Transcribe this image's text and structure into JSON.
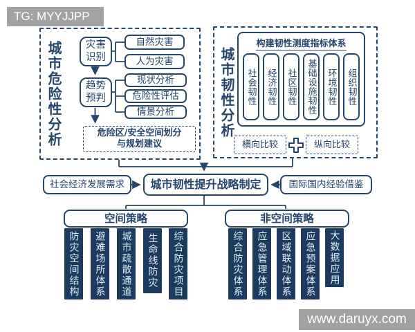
{
  "page": {
    "tg_label": "TG: MYYJJPP",
    "watermark": "www.daruyx.com"
  },
  "left_panel": {
    "title": "城市危险性分析",
    "hazard_identification": [
      "灾害",
      "识别"
    ],
    "hazard_types": [
      "自然灾害",
      "人为灾害"
    ],
    "trend_prediction": [
      "趋势",
      "预判"
    ],
    "trend_methods": [
      "现状分析",
      "危险性评估",
      "情景分析"
    ],
    "zoning_advice": [
      "危险区/安全空间划分",
      "与规划建议"
    ]
  },
  "right_panel": {
    "title": "城市韧性分析",
    "indicator_system_title": "构建韧性测度指标体系",
    "indicators": [
      "社会韧性",
      "经济韧性",
      "社区韧性",
      "基础设施韧性",
      "环境韧性",
      "组织韧性"
    ],
    "horizontal_compare": "横向比较",
    "vertical_compare": "纵向比较"
  },
  "middle_row": {
    "left_input": "社会经济发展需求",
    "central": "城市韧性提升战略制定",
    "right_input": "国际国内经验借鉴"
  },
  "strategies": {
    "spatial": {
      "title": "空间策略",
      "items": [
        "防灾空间结构",
        "避难场所体系",
        "城市疏散通道",
        "生命线防灾",
        "综合防灾项目"
      ]
    },
    "non_spatial": {
      "title": "非空间策略",
      "items": [
        "综合防灾体系",
        "应急管理体系",
        "区域联动体系",
        "应急预案体系",
        "大数据应用"
      ]
    }
  },
  "colors": {
    "navy": "#25456b",
    "bar_fill": "#1d3b5e",
    "label_gray": "#a3a3a3",
    "watermark_bg": "#919191"
  }
}
